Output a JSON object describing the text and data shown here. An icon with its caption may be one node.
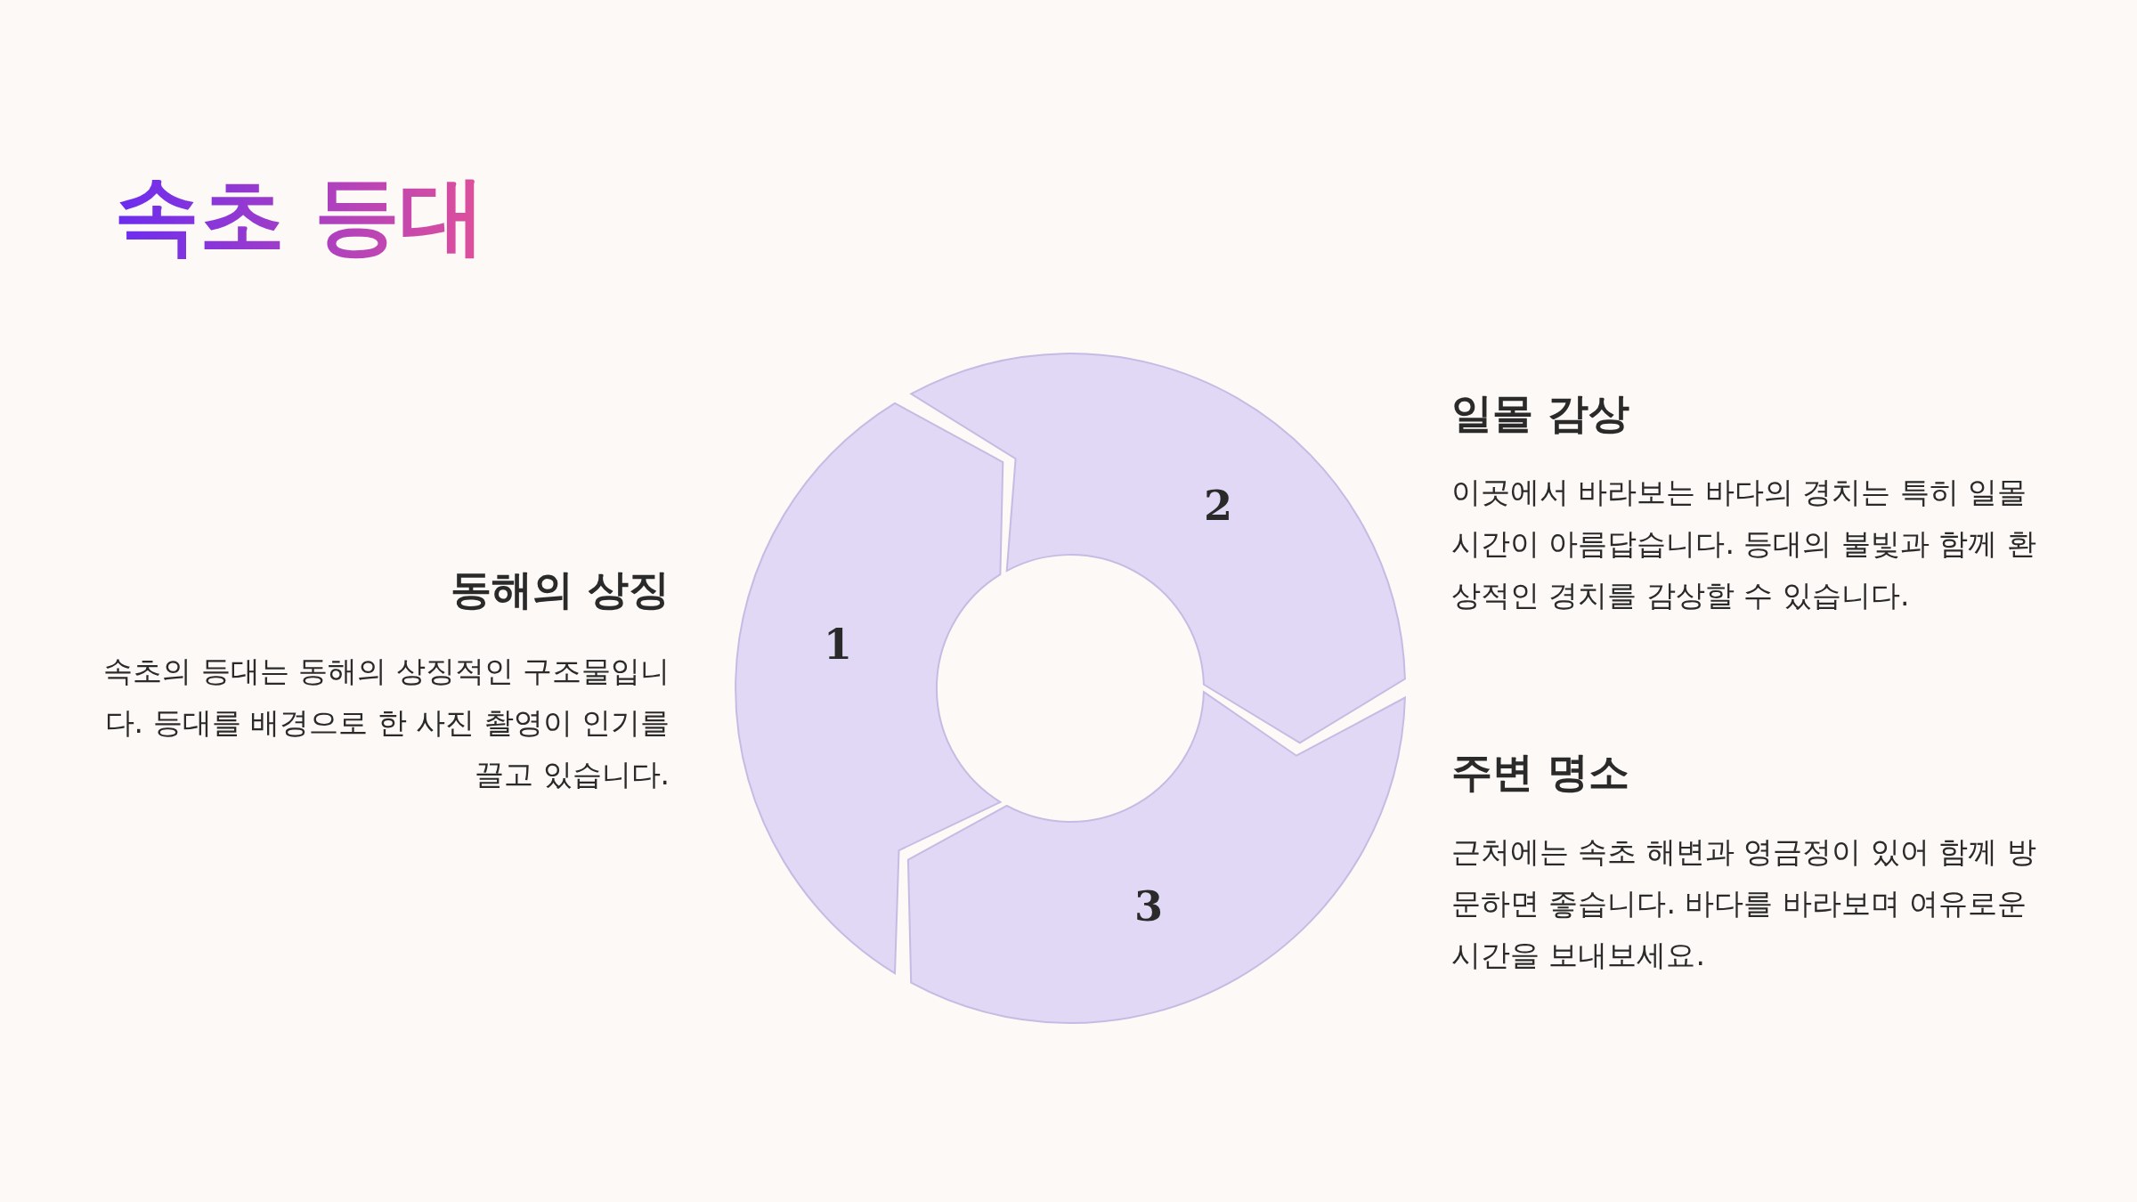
{
  "diagram": {
    "title": "속초 등대",
    "nodes": [
      {
        "text": [
          "1"
        ]
      },
      {
        "text": [
          "2"
        ]
      },
      {
        "text": [
          "3"
        ]
      }
    ],
    "labels": [
      "일몰 감상",
      "이곳에서 바라보는 바다의 경치는 특히 일몰 시간이 아름답습니다. 등대의 불빛과 함께 환상적인 경치를 감상할 수 있습니다.",
      "동해의 상징",
      "속초의 등대는 동해의 상징적인 구조물입니다. 등대를 배경으로 한 사진 촬영이 인기를 끌고 있습니다.",
      "주변 명소",
      "근처에는 속초 해변과 영금정이 있어 함께 방문하면 좋습니다. 바다를 바라보며 여유로운 시간을 보내보세요."
    ]
  }
}
